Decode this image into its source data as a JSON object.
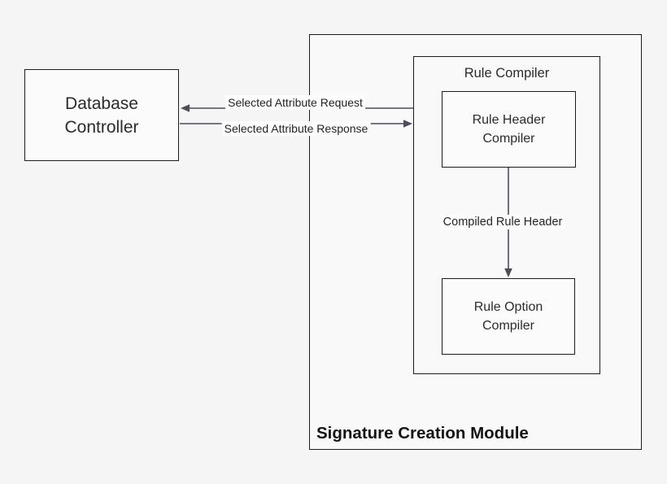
{
  "diagram": {
    "title": "Signature Creation Module",
    "nodes": {
      "database_controller": {
        "label": "Database\nController"
      },
      "rule_compiler": {
        "title": "Rule Compiler"
      },
      "rule_header_compiler": {
        "label": "Rule Header\nCompiler"
      },
      "rule_option_compiler": {
        "label": "Rule Option\nCompiler"
      }
    },
    "edges": {
      "request": {
        "label": "Selected Attribute Request",
        "from": "Rule Compiler",
        "to": "Database Controller",
        "direction": "left"
      },
      "response": {
        "label": "Selected Attribute Response",
        "from": "Database Controller",
        "to": "Rule Compiler",
        "direction": "right"
      },
      "compiled": {
        "label": "Compiled Rule Header",
        "from": "Rule Header Compiler",
        "to": "Rule Option Compiler",
        "direction": "down"
      }
    },
    "colors": {
      "background": "#f5f5f6",
      "box_border": "#1c1c1c",
      "arrow": "#4d4d5c",
      "box_fill": "#fbfbfb",
      "label_background": "#fdfdfd"
    }
  }
}
